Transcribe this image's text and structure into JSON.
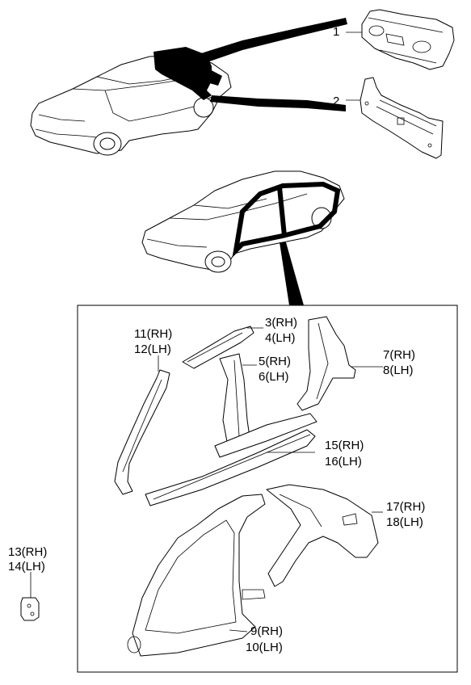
{
  "callouts": [
    {
      "id": "c1",
      "text": "1"
    },
    {
      "id": "c2",
      "text": "2"
    },
    {
      "id": "c3",
      "text": "3(RH)"
    },
    {
      "id": "c4",
      "text": "4(LH)"
    },
    {
      "id": "c5",
      "text": "5(RH)"
    },
    {
      "id": "c6",
      "text": "6(LH)"
    },
    {
      "id": "c7",
      "text": "7(RH)"
    },
    {
      "id": "c8",
      "text": "8(LH)"
    },
    {
      "id": "c9",
      "text": "9(RH)"
    },
    {
      "id": "c10",
      "text": "10(LH)"
    },
    {
      "id": "c11",
      "text": "11(RH)"
    },
    {
      "id": "c12",
      "text": "12(LH)"
    },
    {
      "id": "c13",
      "text": "13(RH)"
    },
    {
      "id": "c14",
      "text": "14(LH)"
    },
    {
      "id": "c15",
      "text": "15(RH)"
    },
    {
      "id": "c16",
      "text": "16(LH)"
    },
    {
      "id": "c17",
      "text": "17(RH)"
    },
    {
      "id": "c18",
      "text": "18(LH)"
    }
  ]
}
